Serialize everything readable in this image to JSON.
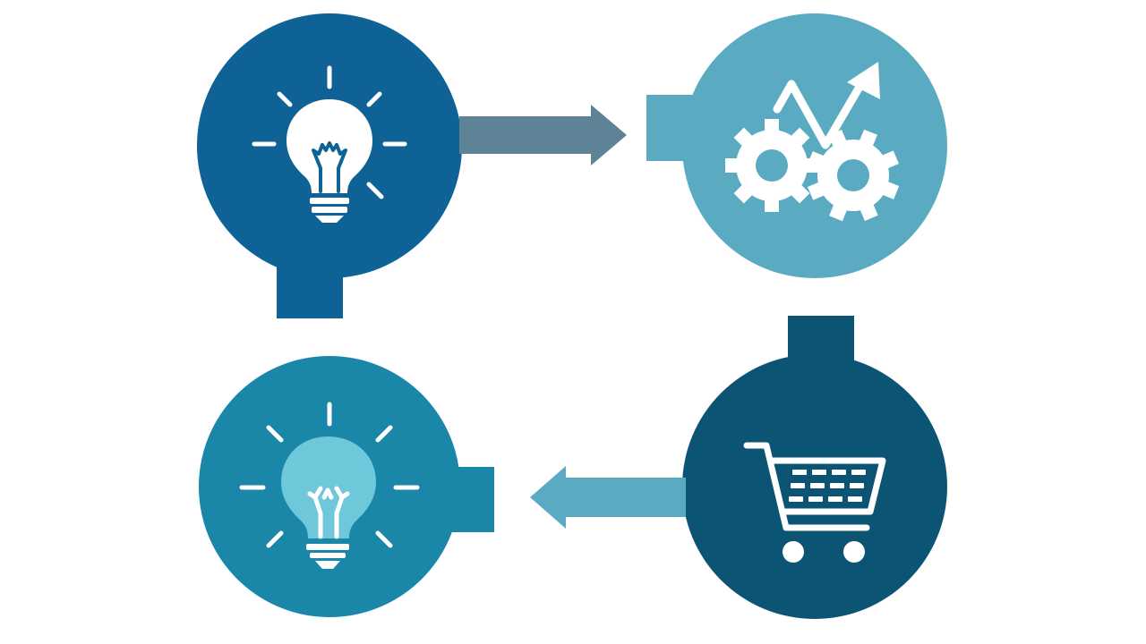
{
  "colors": {
    "background": "#ffffff",
    "idea_node": "#0e6296",
    "process_node": "#5aabc1",
    "commerce_node": "#0c5474",
    "insight_node": "#1a86a8",
    "insight_bulb": "#6fc7da",
    "arrow_top": "#5e8396",
    "arrow_bottom": "#5aabc1",
    "icon": "#ffffff"
  },
  "nodes": [
    {
      "id": "idea",
      "icon": "lightbulb-icon"
    },
    {
      "id": "process",
      "icon": "gears-growth-icon"
    },
    {
      "id": "commerce",
      "icon": "shopping-cart-icon"
    },
    {
      "id": "insight",
      "icon": "lightbulb-icon"
    }
  ],
  "flows": [
    {
      "from": "idea",
      "to": "process"
    },
    {
      "from": "commerce",
      "to": "insight"
    }
  ]
}
